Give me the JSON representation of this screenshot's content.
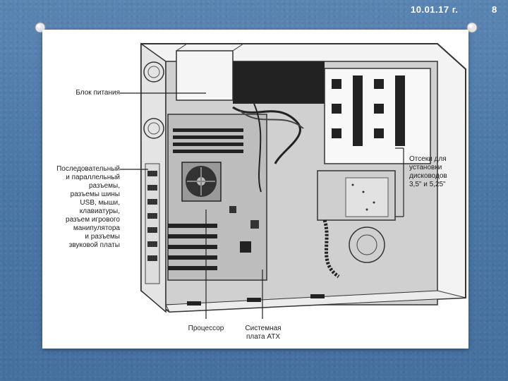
{
  "slide": {
    "date": "10.01.17 г.",
    "page_number": "8"
  },
  "diagram": {
    "labels": {
      "power_supply": "Блок питания",
      "ports": [
        "Последовательный",
        "и параллельный",
        "разъемы,",
        "разъемы шины",
        "USB, мыши,",
        "клавиатуры,",
        "разъем игрового",
        "манипулятора",
        "и разъемы",
        "звуковой платы"
      ],
      "drive_bays": [
        "Отсеки для",
        "установки",
        "дисководов",
        "3,5\" и 5,25\""
      ],
      "processor": "Процессор",
      "motherboard": [
        "Системная",
        "плата ATX"
      ]
    }
  }
}
